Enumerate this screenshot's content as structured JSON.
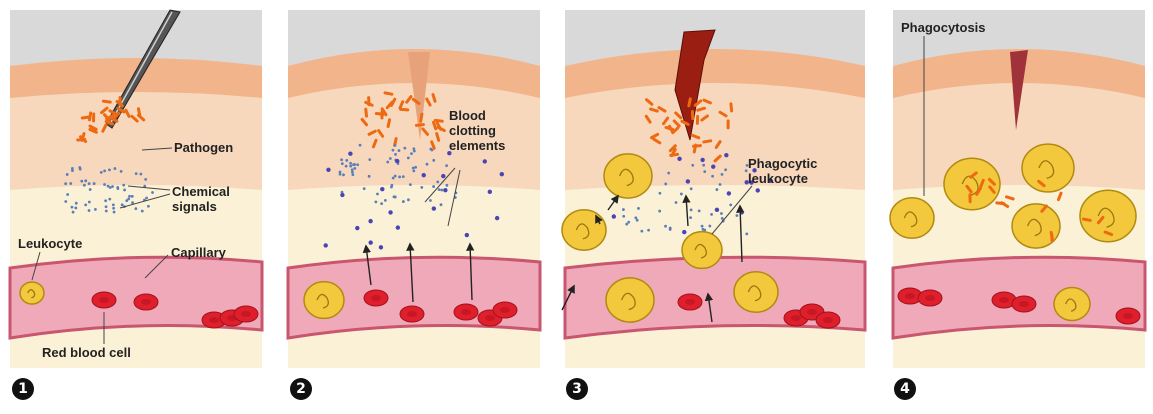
{
  "panels": [
    {
      "step": "1",
      "labels": {
        "pathogen": "Pathogen",
        "chemical": "Chemical\nsignals",
        "leukocyte": "Leukocyte",
        "capillary": "Capillary",
        "rbc": "Red blood cell"
      }
    },
    {
      "step": "2",
      "labels": {
        "clotting": "Blood\nclotting\nelements"
      }
    },
    {
      "step": "3",
      "labels": {
        "phagocytic": "Phagocytic\nleukocyte"
      }
    },
    {
      "step": "4",
      "labels": {
        "phagocytosis": "Phagocytosis"
      }
    }
  ],
  "colors": {
    "sky": "#d9d9d9",
    "epidermis": "#f2b48a",
    "dermis": "#f7d8bd",
    "subcutis": "#fbf1d6",
    "vessel": "#f0a9b8",
    "vessel_edge": "#c9566f",
    "rbc": "#e01f2d",
    "leukocyte": "#f4c83c",
    "pathogen": "#ee6a12",
    "signal": "#5a7fb8",
    "clot": "#4a45b5",
    "wound": "#9a1f12"
  }
}
